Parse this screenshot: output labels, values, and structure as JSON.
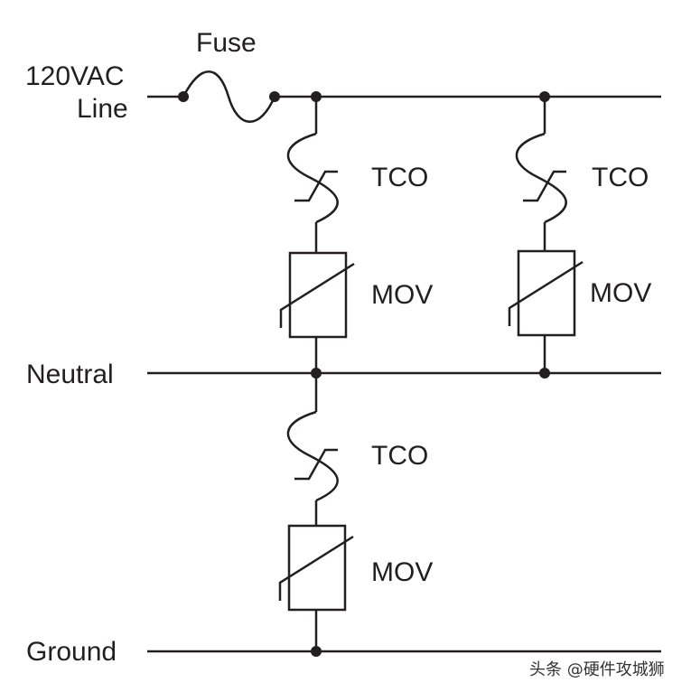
{
  "labels": {
    "fuse": "Fuse",
    "line_voltage": "120VAC",
    "line": "Line",
    "neutral": "Neutral",
    "ground": "Ground",
    "tco": "TCO",
    "mov": "MOV"
  },
  "watermark": {
    "text": "头条 @硬件攻城狮"
  },
  "colors": {
    "ink": "#231f20",
    "background": "#ffffff"
  }
}
